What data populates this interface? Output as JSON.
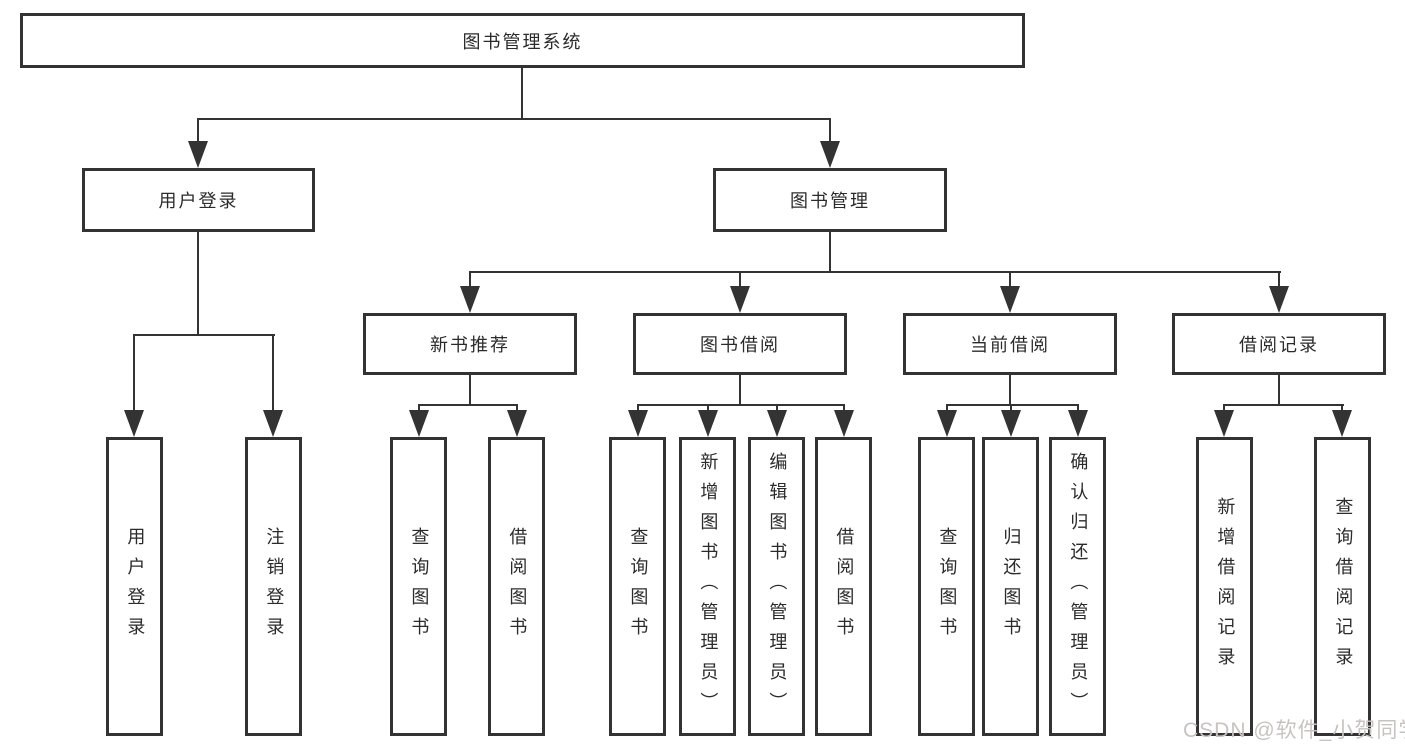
{
  "diagram_type": "hierarchy-tree",
  "tree": {
    "label": "图书管理系统",
    "children": [
      {
        "label": "用户登录",
        "children": [
          {
            "label": "用户登录"
          },
          {
            "label": "注销登录"
          }
        ]
      },
      {
        "label": "图书管理",
        "children": [
          {
            "label": "新书推荐",
            "children": [
              {
                "label": "查询图书"
              },
              {
                "label": "借阅图书"
              }
            ]
          },
          {
            "label": "图书借阅",
            "children": [
              {
                "label": "查询图书"
              },
              {
                "label": "新增图书（管理员）"
              },
              {
                "label": "编辑图书（管理员）"
              },
              {
                "label": "借阅图书"
              }
            ]
          },
          {
            "label": "当前借阅",
            "children": [
              {
                "label": "查询图书"
              },
              {
                "label": "归还图书"
              },
              {
                "label": "确认归还（管理员）"
              }
            ]
          },
          {
            "label": "借阅记录",
            "children": [
              {
                "label": "新增借阅记录"
              },
              {
                "label": "查询借阅记录"
              }
            ]
          }
        ]
      }
    ]
  },
  "watermark": "CSDN @软件_小贺同学",
  "colors": {
    "line": "#333333",
    "box_border": "#333333",
    "text": "#2b2b2b",
    "watermark": "#c9c2c2",
    "background": "#ffffff"
  }
}
